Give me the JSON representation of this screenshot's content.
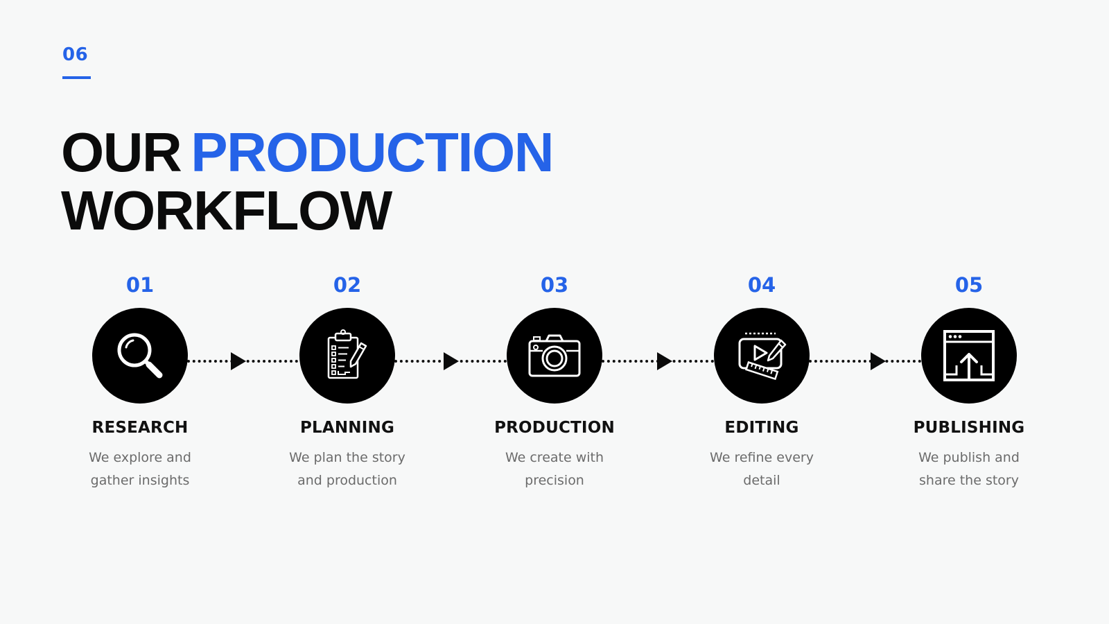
{
  "page": {
    "number": "06",
    "accent_color": "#2563e8",
    "text_color": "#0b0b0b",
    "background_color": "#f7f8f8"
  },
  "title": {
    "part1": "OUR",
    "part2_accent": "PRODUCTION",
    "part3": "WORKFLOW"
  },
  "steps": [
    {
      "number": "01",
      "title": "RESEARCH",
      "description": "We explore and gather insights",
      "icon": "magnifying-glass-icon"
    },
    {
      "number": "02",
      "title": "PLANNING",
      "description": "We plan the story and production",
      "icon": "clipboard-checklist-icon"
    },
    {
      "number": "03",
      "title": "PRODUCTION",
      "description": "We create with precision",
      "icon": "camera-icon"
    },
    {
      "number": "04",
      "title": "EDITING",
      "description": "We refine every detail",
      "icon": "video-edit-icon"
    },
    {
      "number": "05",
      "title": "PUBLISHING",
      "description": "We publish and share the story",
      "icon": "upload-window-icon"
    }
  ]
}
